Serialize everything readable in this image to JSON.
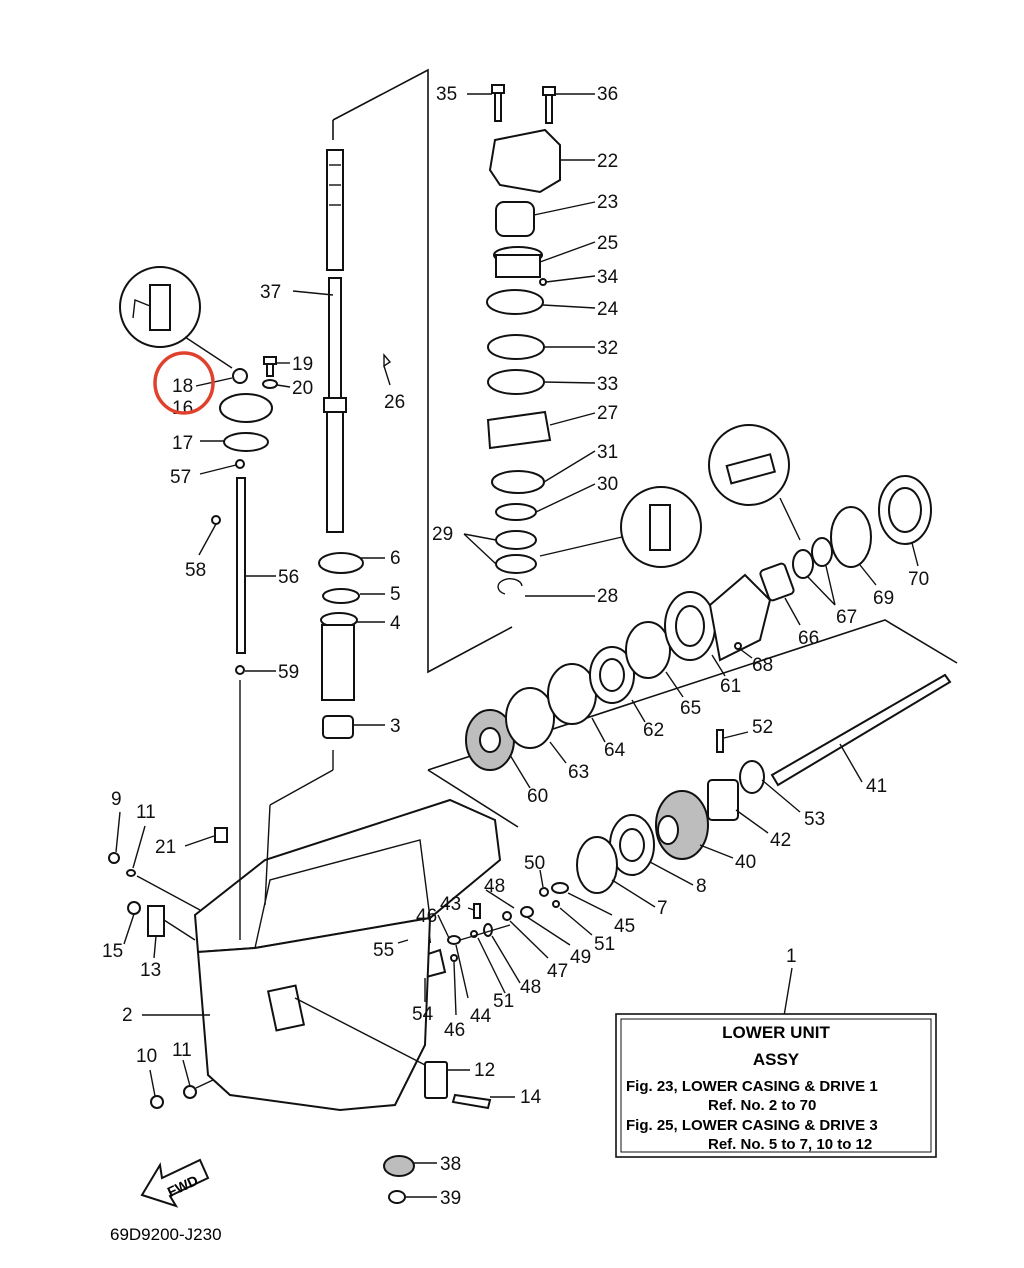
{
  "diagram": {
    "code": "69D9200-J230",
    "fwd_label": "FWD",
    "highlight_color": "#e0412c",
    "callouts": {
      "p1": "1",
      "p2": "2",
      "p3": "3",
      "p4": "4",
      "p5": "5",
      "p6": "6",
      "p7": "7",
      "p8": "8",
      "p9": "9",
      "p10": "10",
      "p11a": "11",
      "p11b": "11",
      "p12": "12",
      "p13": "13",
      "p14": "14",
      "p15": "15",
      "p16": "16",
      "p17": "17",
      "p18": "18",
      "p19": "19",
      "p20": "20",
      "p21": "21",
      "p22": "22",
      "p23": "23",
      "p24": "24",
      "p25": "25",
      "p26": "26",
      "p27": "27",
      "p28": "28",
      "p29": "29",
      "p30": "30",
      "p31": "31",
      "p32": "32",
      "p33": "33",
      "p34": "34",
      "p35": "35",
      "p36": "36",
      "p37": "37",
      "p38": "38",
      "p39": "39",
      "p40": "40",
      "p41": "41",
      "p42": "42",
      "p43": "43",
      "p44": "44",
      "p45": "45",
      "p46a": "46",
      "p46b": "46",
      "p47": "47",
      "p48a": "48",
      "p48b": "48",
      "p49": "49",
      "p50": "50",
      "p51a": "51",
      "p51b": "51",
      "p52": "52",
      "p53": "53",
      "p54": "54",
      "p55": "55",
      "p56": "56",
      "p57": "57",
      "p58": "58",
      "p59": "59",
      "p60": "60",
      "p61": "61",
      "p62": "62",
      "p63": "63",
      "p64": "64",
      "p65": "65",
      "p66": "66",
      "p67": "67",
      "p68": "68",
      "p69": "69",
      "p70": "70"
    }
  },
  "info_box": {
    "line1": "LOWER UNIT",
    "line2": "ASSY",
    "line3": "Fig. 23, LOWER CASING & DRIVE 1",
    "line4": "Ref. No. 2 to 70",
    "line5": "Fig. 25, LOWER CASING & DRIVE 3",
    "line6": "Ref. No. 5 to 7, 10 to 12"
  }
}
